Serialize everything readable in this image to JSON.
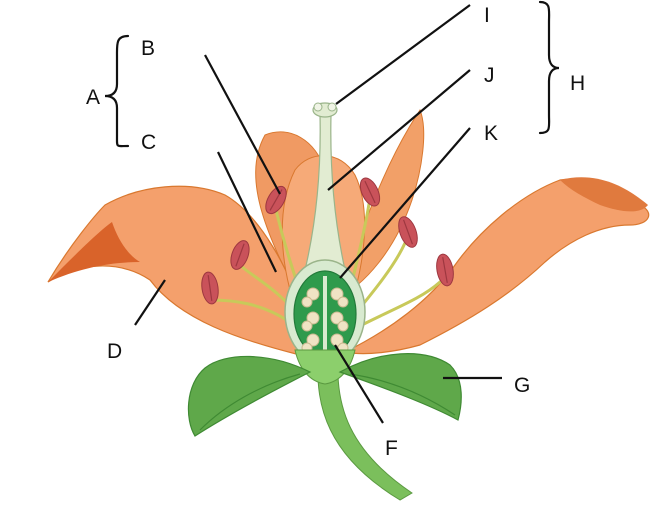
{
  "labels": {
    "A": "A",
    "B": "B",
    "C": "C",
    "D": "D",
    "F": "F",
    "G": "G",
    "H": "H",
    "I": "I",
    "J": "J",
    "K": "K"
  },
  "colors": {
    "petal": "#f4a06c",
    "petal_dark": "#e07a3e",
    "petal_shadow": "#d9632a",
    "anther": "#c9525a",
    "filament": "#c8c95a",
    "style": "#e2ecd2",
    "ovary_wall": "#d8ead0",
    "ovary_inner": "#2f9a4c",
    "ovule": "#efe3c4",
    "sepal": "#5fa84a",
    "sepal_dark": "#3f8a33",
    "stem": "#7bbf5c",
    "label": "#111111"
  }
}
